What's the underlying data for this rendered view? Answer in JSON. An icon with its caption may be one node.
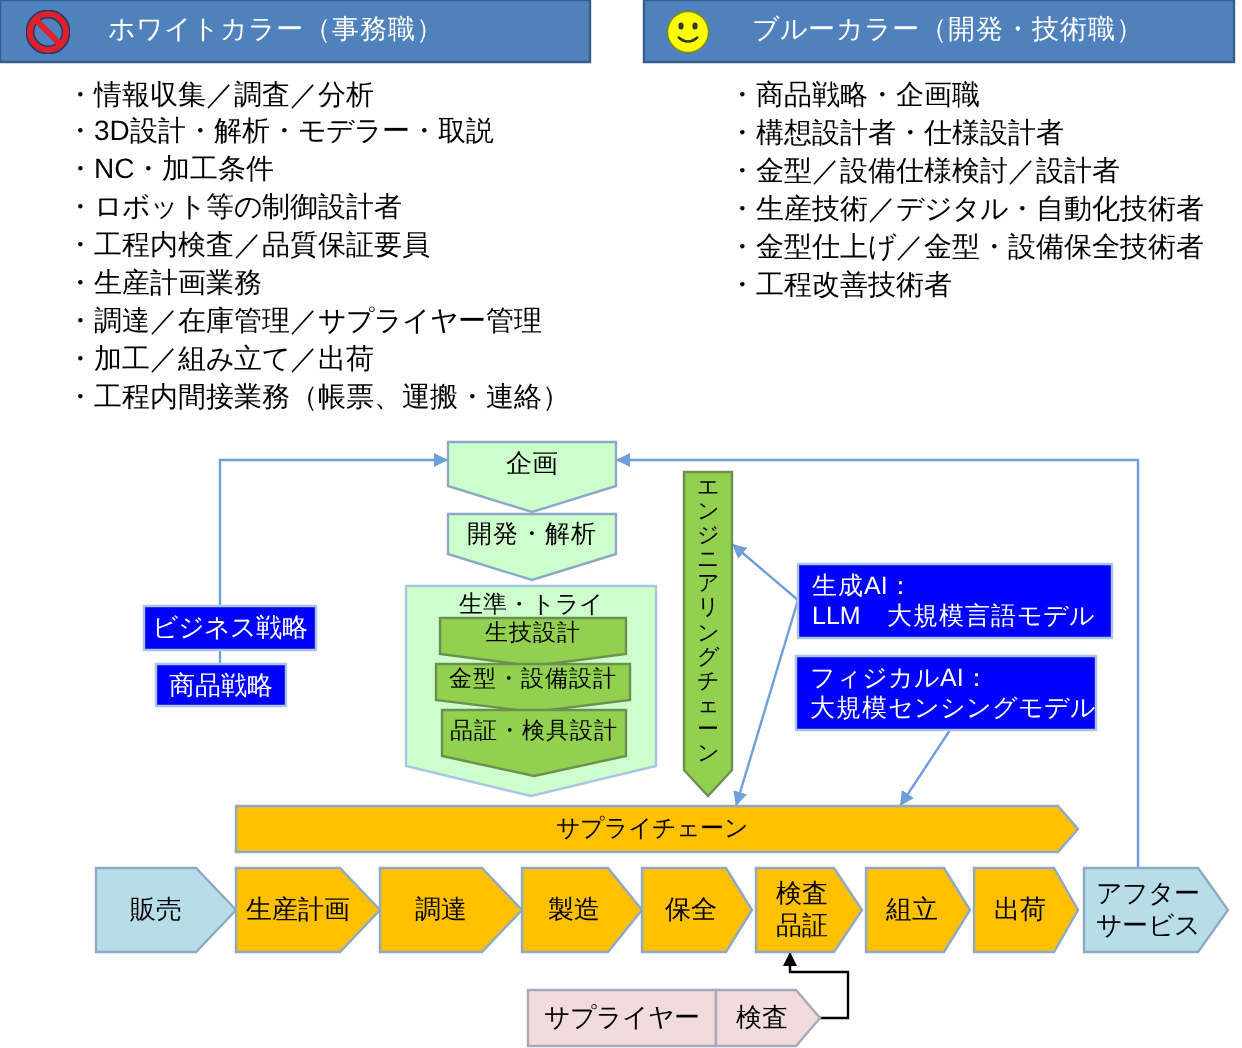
{
  "diagram": {
    "nodes": [
      {
        "text": [
          "ホワイトカラー（事務職）"
        ],
        "beside": [
          "・情報収集／調査／分析",
          "・3D設計・解析・モデラー・取説",
          "・NC・加工条件",
          "・ロボット等の制御設計者",
          "・工程内検査／品質保証要員",
          "・生産計画業務",
          "・調達／在庫管理／サプライヤー管理",
          "・加工／組み立て／出荷",
          "・工程内間接業務（帳票、運搬・連絡）"
        ]
      },
      {
        "text": [
          "ブルーカラー（開発・技術職）"
        ],
        "beside": [
          "・商品戦略・企画職",
          "・構想設計者・仕様設計者",
          "・金型／設備仕様検討／設計者",
          "・生産技術／デジタル・自動化技術者",
          "・金型仕上げ／金型・設備保全技術者",
          "・工程改善技術者"
        ]
      },
      {
        "text": [
          "企画"
        ]
      },
      {
        "text": [
          "開発・解析"
        ]
      },
      {
        "text": [
          "生準・トライ"
        ]
      },
      {
        "text": [
          "生技設計"
        ],
        "in": 4
      },
      {
        "text": [
          "金型・設備設計"
        ],
        "in": 4
      },
      {
        "text": [
          "品証・検具設計"
        ],
        "in": 4
      },
      {
        "text": [
          "エンジニアリングチェーン"
        ]
      },
      {
        "text": [
          "ビジネス戦略"
        ]
      },
      {
        "text": [
          "商品戦略"
        ]
      },
      {
        "text": [
          "生成AI：",
          "LLM　大規模言語モデル"
        ]
      },
      {
        "text": [
          "フィジカルAI：",
          "大規模センシングモデル"
        ]
      },
      {
        "text": [
          "サプライチェーン"
        ]
      },
      {
        "text": [
          "販売"
        ]
      },
      {
        "text": [
          "生産計画"
        ]
      },
      {
        "text": [
          "調達"
        ]
      },
      {
        "text": [
          "製造"
        ]
      },
      {
        "text": [
          "保全"
        ]
      },
      {
        "text": [
          "検査品証"
        ]
      },
      {
        "text": [
          "組立"
        ]
      },
      {
        "text": [
          "出荷"
        ]
      },
      {
        "text": [
          "アフターサービス"
        ]
      },
      {
        "text": [
          "サプライヤー"
        ]
      },
      {
        "text": [
          "検査"
        ]
      }
    ],
    "edges": [
      {
        "from": 9,
        "to": 2,
        "arrow": "to"
      },
      {
        "from": 10,
        "to": 9,
        "arrow": "none"
      },
      {
        "from": 22,
        "to": 2,
        "arrow": "to"
      },
      {
        "from": 11,
        "to": 8,
        "arrow": "to"
      },
      {
        "from": 11,
        "to": 13,
        "arrow": "to"
      },
      {
        "from": 12,
        "to": 13,
        "arrow": "to"
      },
      {
        "from": 24,
        "to": 19,
        "arrow": "to",
        "color": "#000000"
      }
    ]
  }
}
